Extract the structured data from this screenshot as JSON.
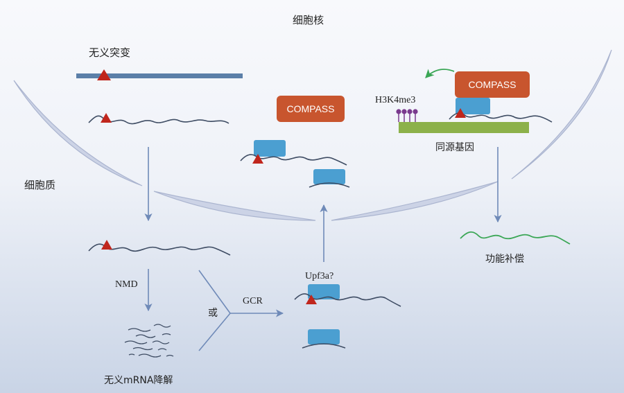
{
  "labels": {
    "nucleus": "细胞核",
    "cytoplasm": "细胞质",
    "nonsense_mutation": "无义突变",
    "nmd": "NMD",
    "or": "或",
    "gcr": "GCR",
    "upf3a": "Upf3a?",
    "decay": "无义mRNA降解",
    "h3k4me3": "H3K4me3",
    "paralog": "同源基因",
    "compensation": "功能补偿",
    "compass_center": "COMPASS",
    "compass_right": "COMPASS"
  },
  "colors": {
    "compass": "#c8552e",
    "upf_box": "#4b9fd1",
    "mutation": "#c0261d",
    "dna": "#5b7fa8",
    "paralog_dna": "#8cb14a",
    "h3k4me3": "#7a3a8e",
    "green_arrow": "#3aa655",
    "restored_mrna": "#3aa655",
    "membrane": "#c5cde2"
  }
}
